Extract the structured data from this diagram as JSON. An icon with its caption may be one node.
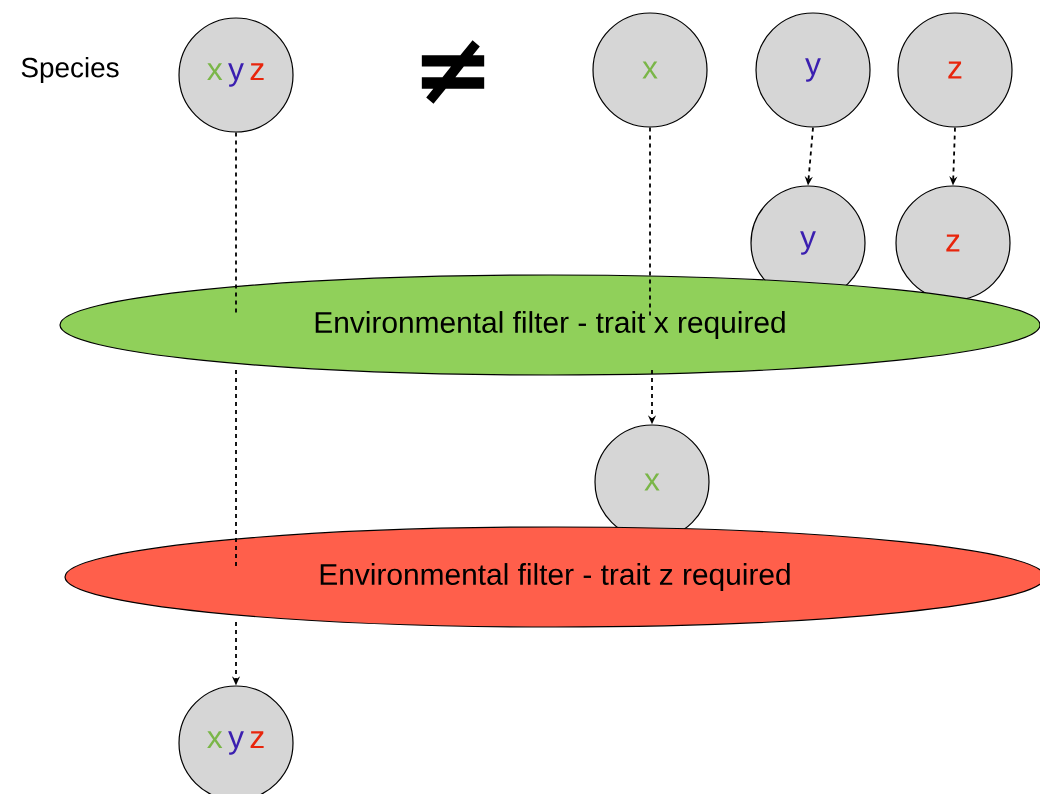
{
  "diagram": {
    "nodes": [
      {
        "text": [
          "x",
          "y",
          "z"
        ]
      },
      {
        "text": [
          "x"
        ]
      },
      {
        "text": [
          "y"
        ]
      },
      {
        "text": [
          "z"
        ]
      },
      {
        "text": [
          "y"
        ]
      },
      {
        "text": [
          "z"
        ]
      },
      {
        "text": [
          "Environmental filter - trait x required"
        ]
      },
      {
        "text": [
          "x"
        ]
      },
      {
        "text": [
          "Environmental filter - trait z required"
        ]
      },
      {
        "text": [
          "x",
          "y",
          "z"
        ]
      }
    ],
    "edges": [
      {
        "from": 0,
        "to": 6,
        "arrow": "none",
        "style": "dashed"
      },
      {
        "from": 6,
        "to": 8,
        "arrow": "none",
        "style": "dashed"
      },
      {
        "from": 8,
        "to": 9,
        "arrow": "to",
        "style": "dashed"
      },
      {
        "from": 1,
        "to": 6,
        "arrow": "none",
        "style": "dashed"
      },
      {
        "from": 6,
        "to": 7,
        "arrow": "to",
        "style": "dashed"
      },
      {
        "from": 2,
        "to": 4,
        "arrow": "to",
        "style": "dashed"
      },
      {
        "from": 3,
        "to": 5,
        "arrow": "to",
        "style": "dashed"
      }
    ],
    "labels": [
      "Species",
      "≠"
    ]
  }
}
